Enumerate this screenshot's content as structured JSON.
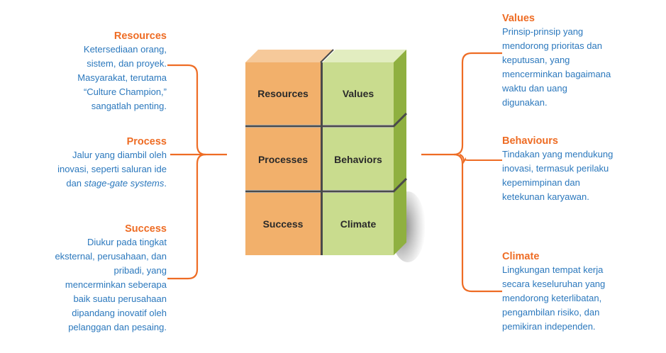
{
  "left": [
    {
      "title": "Resources",
      "lines": [
        "Ketersediaan orang,",
        "sistem, dan proyek.",
        "Masyarakat, terutama",
        "“Culture Champion,”",
        "sangatlah penting."
      ]
    },
    {
      "title": "Process",
      "lines": [
        "Jalur yang diambil oleh",
        "inovasi, seperti saluran ide"
      ],
      "last_prefix": "dan ",
      "last_italic": "stage-gate systems",
      "last_suffix": "."
    },
    {
      "title": "Success",
      "lines": [
        "Diukur pada tingkat",
        "eksternal, perusahaan, dan",
        "pribadi, yang",
        "mencerminkan seberapa",
        "baik suatu perusahaan",
        "dipandang inovatif oleh",
        "pelanggan dan pesaing."
      ]
    }
  ],
  "right": [
    {
      "title": "Values",
      "lines": [
        "Prinsip-prinsip yang",
        "mendorong prioritas dan",
        "keputusan, yang",
        "mencerminkan bagaimana",
        "waktu dan uang",
        "digunakan."
      ]
    },
    {
      "title": "Behaviours",
      "lines": [
        "Tindakan yang mendukung",
        "inovasi, termasuk perilaku",
        "kepemimpinan dan",
        "ketekunan karyawan."
      ]
    },
    {
      "title": "Climate",
      "lines": [
        "Lingkungan tempat kerja",
        "secara keseluruhan yang",
        "mendorong keterlibatan,",
        "pengambilan risiko, dan",
        "pemikiran independen."
      ]
    }
  ],
  "cubes": {
    "left_column": [
      "Resources",
      "Processes",
      "Success"
    ],
    "right_column": [
      "Values",
      "Behaviors",
      "Climate"
    ]
  },
  "colors": {
    "heading": "#ee6c24",
    "text": "#2b78bd",
    "bracket": "#ee6c24",
    "orange_face": "#f2b06b",
    "orange_top": "#f6c99a",
    "green_face": "#c9dc8e",
    "green_top": "#e2edc0",
    "green_side": "#8fb040"
  }
}
